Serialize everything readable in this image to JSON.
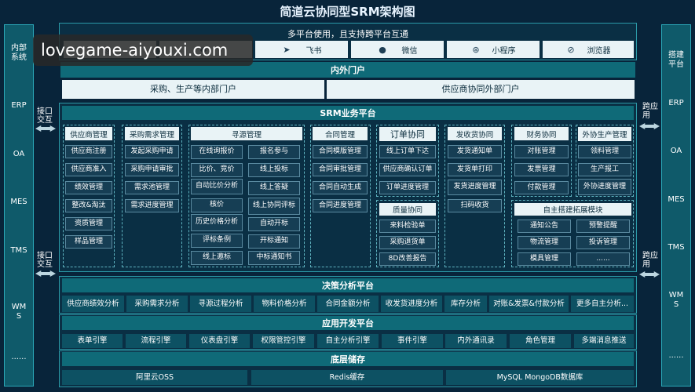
{
  "title": "简道云协同型SRM架构图",
  "watermark": "lovegame-aiyouxi.com",
  "left_column": {
    "header": "内部\n系统",
    "items": [
      "ERP",
      "OA",
      "MES",
      "TMS",
      "WM\nS",
      "......"
    ]
  },
  "right_column": {
    "header": "搭建\n平台",
    "items": [
      "ERP",
      "OA",
      "MES",
      "TMS",
      "WM\nS",
      "......"
    ]
  },
  "interfaces": {
    "left_top": "接口\n交互",
    "left_bottom": "接口\n交互",
    "right_top": "跨应\n用",
    "right_bottom": "跨应\n用"
  },
  "platforms": {
    "heading": "多平台使用，且支持跨平台互通",
    "items": [
      {
        "label": "",
        "icon": "web-icon"
      },
      {
        "label": "",
        "icon": "dingtalk-icon"
      },
      {
        "label": "飞书",
        "icon": "feishu-icon"
      },
      {
        "label": "微信",
        "icon": "wechat-icon"
      },
      {
        "label": "小程序",
        "icon": "miniprogram-icon"
      },
      {
        "label": "浏览器",
        "icon": "browser-icon"
      }
    ]
  },
  "portal": {
    "heading": "内外门户",
    "left": "采购、生产等内部门户",
    "right": "供应商协同外部门户"
  },
  "srm": {
    "heading": "SRM业务平台",
    "supplier": {
      "head": "供应商管理",
      "items": [
        "供应商注册",
        "供应商准入",
        "绩效管理",
        "整改&淘汰",
        "资质管理",
        "样品管理"
      ]
    },
    "demand": {
      "head": "采购需求管理",
      "items": [
        "发起采购申请",
        "采购申请审批",
        "需求池管理",
        "需求进度管理"
      ]
    },
    "sourcing": {
      "head": "寻源管理",
      "left": [
        "在线询报价",
        "比价、竞价",
        "自动比价分析",
        "核价",
        "历史价格分析",
        "评标条例",
        "线上邀标"
      ],
      "right": [
        "报名参与",
        "线上投标",
        "线上答疑",
        "线上协同评标",
        "自动开标",
        "开标通知",
        "中标通知书"
      ]
    },
    "contract": {
      "head": "合同管理",
      "items": [
        "合同模版管理",
        "合同审批管理",
        "合同自动生成",
        "合同进度管理"
      ]
    },
    "order": {
      "head": "订单协同",
      "items": [
        "线上订单下达",
        "供应商确认订单",
        "订单进度管理"
      ]
    },
    "quality": {
      "head": "质量协同",
      "items": [
        "来料检验单",
        "采购退货单",
        "8D改善报告"
      ]
    },
    "delivery": {
      "head": "发收货协同",
      "items": [
        "发货通知单",
        "发货单打印",
        "发货进度管理",
        "扫码收货"
      ]
    },
    "finance": {
      "head": "财务协同",
      "items": [
        "对账管理",
        "发票管理",
        "付款管理"
      ]
    },
    "outsource": {
      "head": "外协生产管理",
      "items": [
        "领料管理",
        "生产报工",
        "外协进度管理"
      ]
    },
    "extension": {
      "head": "自主搭建拓展模块",
      "items": [
        "通知公告",
        "预警提醒",
        "物流管理",
        "投诉管理",
        "模具管理",
        "......"
      ]
    }
  },
  "decision": {
    "heading": "决策分析平台",
    "items": [
      "供应商绩效分析",
      "采购需求分析",
      "寻源过程分析",
      "物料价格分析",
      "合同金额分析",
      "收发货进度分析",
      "库存分析",
      "对账&发票&付款分析",
      "更多自主分析..."
    ]
  },
  "devplatform": {
    "heading": "应用开发平台",
    "items": [
      "表单引擎",
      "流程引擎",
      "仪表盘引擎",
      "权限管控引擎",
      "自主分析引擎",
      "事件引擎",
      "内外通讯录",
      "角色管理",
      "多端消息推送"
    ]
  },
  "storage": {
    "heading": "底层储存",
    "items": [
      "阿里云OSS",
      "Redis缓存",
      "MySQL MongoDB数据库"
    ]
  }
}
